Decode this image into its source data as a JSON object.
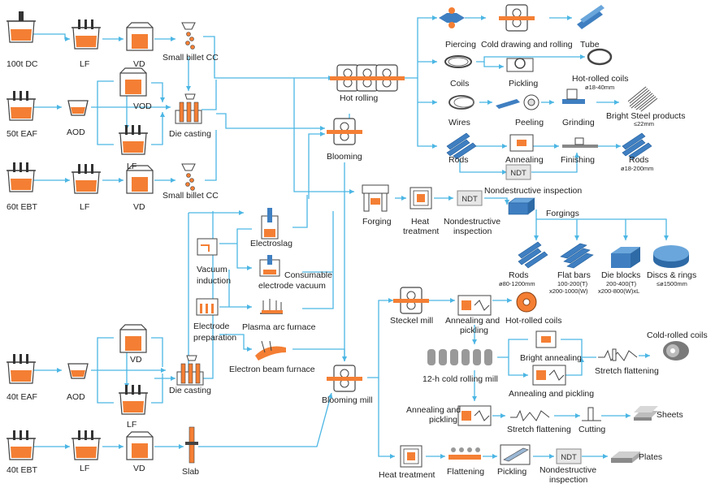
{
  "colors": {
    "flow": "#4cb6e4",
    "accent": "#f47f34",
    "steel": "#3f7fc1",
    "line": "#444444",
    "grey": "#c8c8c8"
  },
  "labels": {
    "dc100": "100t DC",
    "eaf50": "50t EAF",
    "ebt60": "60t EBT",
    "eaf40": "40t EAF",
    "ebt40": "40t EBT",
    "lf1": "LF",
    "vd1": "VD",
    "cc1": "Small billet CC",
    "aod1": "AOD",
    "vod1": "VOD",
    "lf2": "LF",
    "dc1": "Die casting",
    "lf3": "LF",
    "vd3": "VD",
    "cc3": "Small billet CC",
    "vi1": "Vacuum",
    "vi2": "induction",
    "ep1": "Electrode",
    "ep2": "preparation",
    "esr": "Electroslag",
    "cev1": "Consumable",
    "cev2": "electrode vacuum",
    "paf": "Plasma arc furnace",
    "ebf": "Electron beam furnace",
    "vd4": "VD",
    "aod4": "AOD",
    "lf4": "LF",
    "dc4": "Die casting",
    "lf5": "LF",
    "vd5": "VD",
    "slab": "Slab",
    "hotrolling": "Hot rolling",
    "blooming": "Blooming",
    "forging": "Forging",
    "ht1": "Heat",
    "ht2": "treatment",
    "ndt_a1": "Nondestructive",
    "ndt_a2": "inspection",
    "forgings": "Forgings",
    "bloomingmill": "Blooming mill",
    "piercing": "Piercing",
    "colddraw": "Cold drawing and rolling",
    "tube": "Tube",
    "coils": "Coils",
    "pickling1": "Pickling",
    "hrcoils": "Hot-rolled coils",
    "hrcoils_s": "ø18-40mm",
    "wires": "Wires",
    "peeling": "Peeling",
    "grinding": "Grinding",
    "bsp": "Bright Steel products",
    "bsp_s": "≤22mm",
    "rods1": "Rods",
    "annealing1": "Annealing",
    "finishing": "Finishing",
    "rods2": "Rods",
    "rods2_s": "ø18-200mm",
    "ndt_b": "Nondestructive inspection",
    "rods3": "Rods",
    "rods3_s": "ø80-1200mm",
    "flat": "Flat bars",
    "flat_s1": "100-200(T)",
    "flat_s2": "x200-1000(W)",
    "die": "Die blocks",
    "die_s1": "200-400(T)",
    "die_s2": "x200-800(W)xL",
    "disc": "Discs & rings",
    "disc_s": "≤ø1500mm",
    "steckel": "Steckel mill",
    "ap1": "Annealing and",
    "ap2": "pickling",
    "hrcoils2": "Hot-rolled coils",
    "crcoils": "Cold-rolled coils",
    "bright": "Bright annealing",
    "stretch1": "Stretch flattening",
    "cold12": "12-h cold rolling mill",
    "annpick": "Annealing and pickling",
    "ap3": "Annealing and",
    "ap4": "pickling",
    "stretch2": "Stretch flattening",
    "cutting": "Cutting",
    "sheets": "Sheets",
    "heattreat": "Heat treatment",
    "flattening": "Flattening",
    "pickling2": "Pickling",
    "ndt_c1": "Nondestructive",
    "ndt_c2": "inspection",
    "plates": "Plates",
    "ndt_box": "NDT"
  }
}
